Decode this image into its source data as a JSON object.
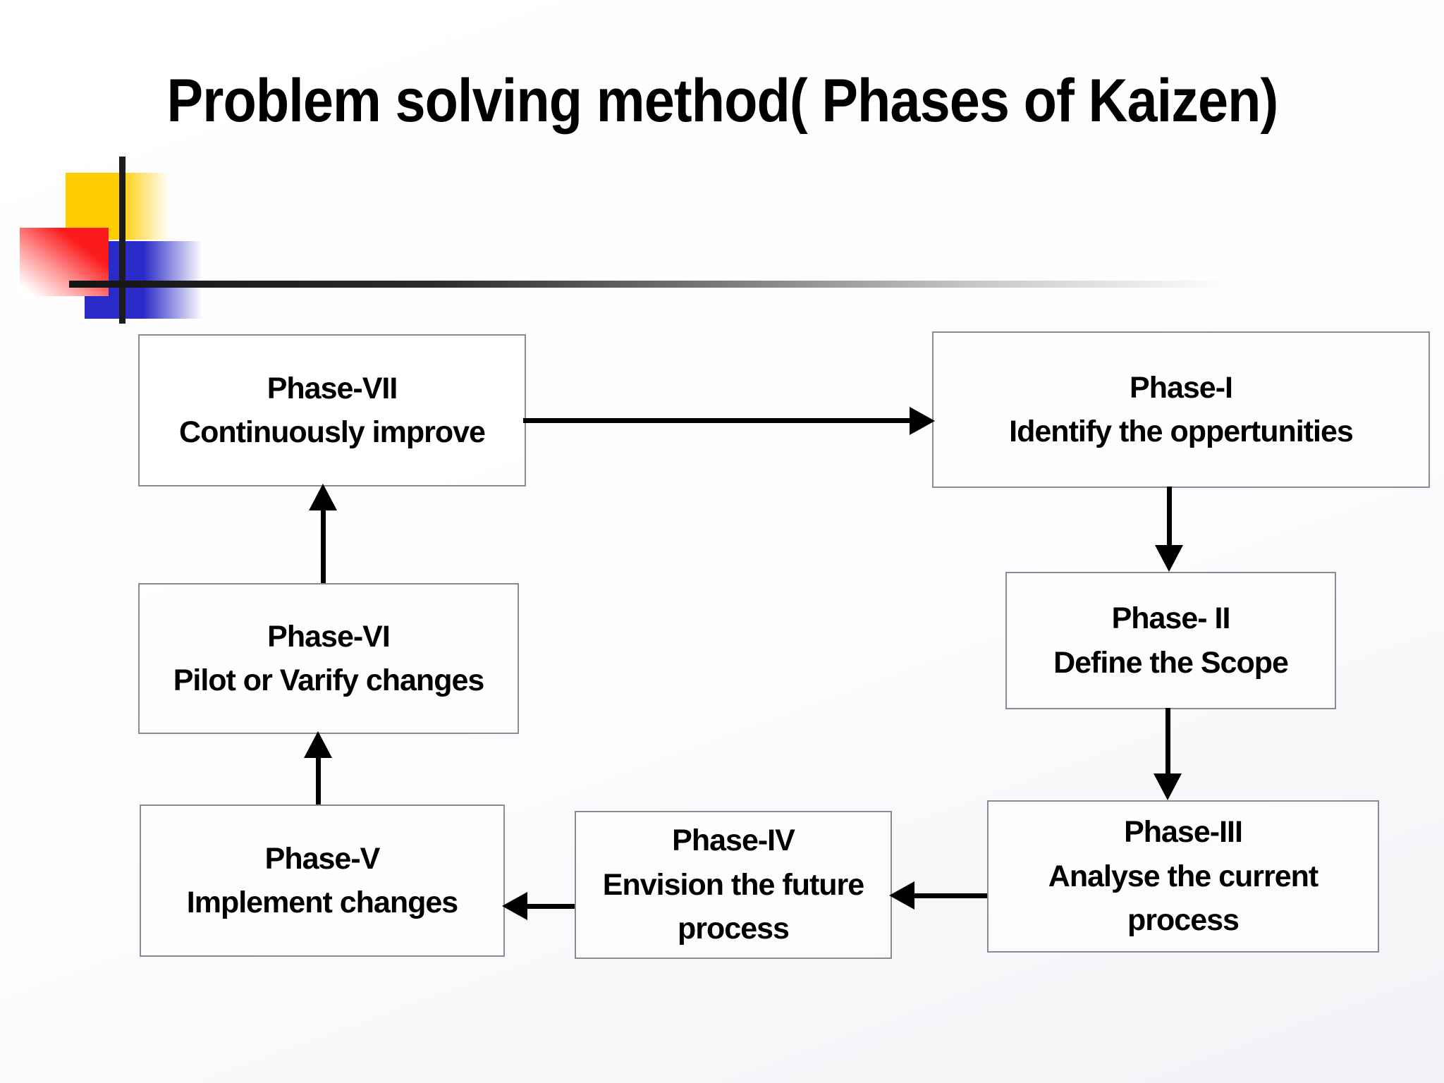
{
  "slide": {
    "title": "Problem solving method( Phases of Kaizen)",
    "background_color": "#ffffff",
    "text_color": "#000000"
  },
  "decoration": {
    "yellow_square_color": "#ffcc00",
    "red_square_color": "#fb1b1c",
    "blue_square_color": "#2a2ac8",
    "crosshair_line_color": "#1c1c1c"
  },
  "diagram": {
    "box_border_color": "#8a8a96",
    "arrow_color": "#000000",
    "boxes": [
      {
        "id": "phase-vii",
        "title": "Phase-VII",
        "label": "Continuously improve"
      },
      {
        "id": "phase-i",
        "title": "Phase-I",
        "label": "Identify the oppertunities"
      },
      {
        "id": "phase-ii",
        "title": "Phase- II",
        "label": "Define the Scope"
      },
      {
        "id": "phase-iii",
        "title": "Phase-III",
        "label": "Analyse the current process"
      },
      {
        "id": "phase-iv",
        "title": "Phase-IV",
        "label": "Envision the future process"
      },
      {
        "id": "phase-v",
        "title": "Phase-V",
        "label": "Implement changes"
      },
      {
        "id": "phase-vi",
        "title": "Phase-VI",
        "label": "Pilot or Varify changes"
      }
    ],
    "arrows": [
      {
        "from": "phase-vii",
        "to": "phase-i",
        "direction": "right"
      },
      {
        "from": "phase-i",
        "to": "phase-ii",
        "direction": "down"
      },
      {
        "from": "phase-ii",
        "to": "phase-iii",
        "direction": "down"
      },
      {
        "from": "phase-iii",
        "to": "phase-iv",
        "direction": "left"
      },
      {
        "from": "phase-iv",
        "to": "phase-v",
        "direction": "left"
      },
      {
        "from": "phase-v",
        "to": "phase-vi",
        "direction": "up"
      },
      {
        "from": "phase-vi",
        "to": "phase-vii",
        "direction": "up"
      }
    ]
  }
}
